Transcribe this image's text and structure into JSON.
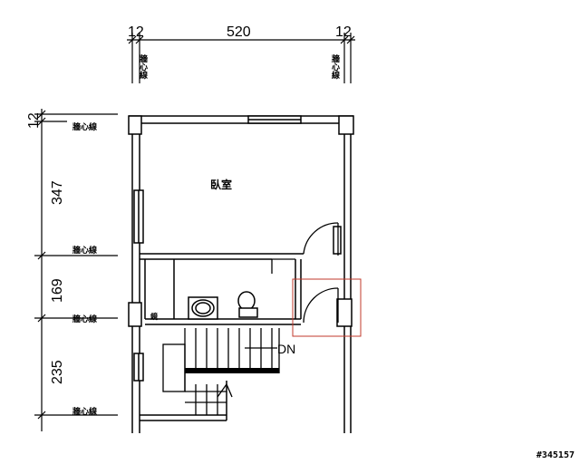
{
  "dimensions": {
    "top_total": "520",
    "top_left_offset": "12",
    "top_right_offset": "12",
    "left_offset": "12",
    "left_seg_1": "347",
    "left_seg_2": "169",
    "left_seg_3": "235"
  },
  "axis_label": "牆心線",
  "rooms": {
    "bedroom": "臥室"
  },
  "bathroom_small_label": "鏡",
  "stairs_label": "DN",
  "listing_id": "#345157",
  "colors": {
    "line": "#000000",
    "highlight": "#c0392b",
    "background": "#ffffff"
  }
}
